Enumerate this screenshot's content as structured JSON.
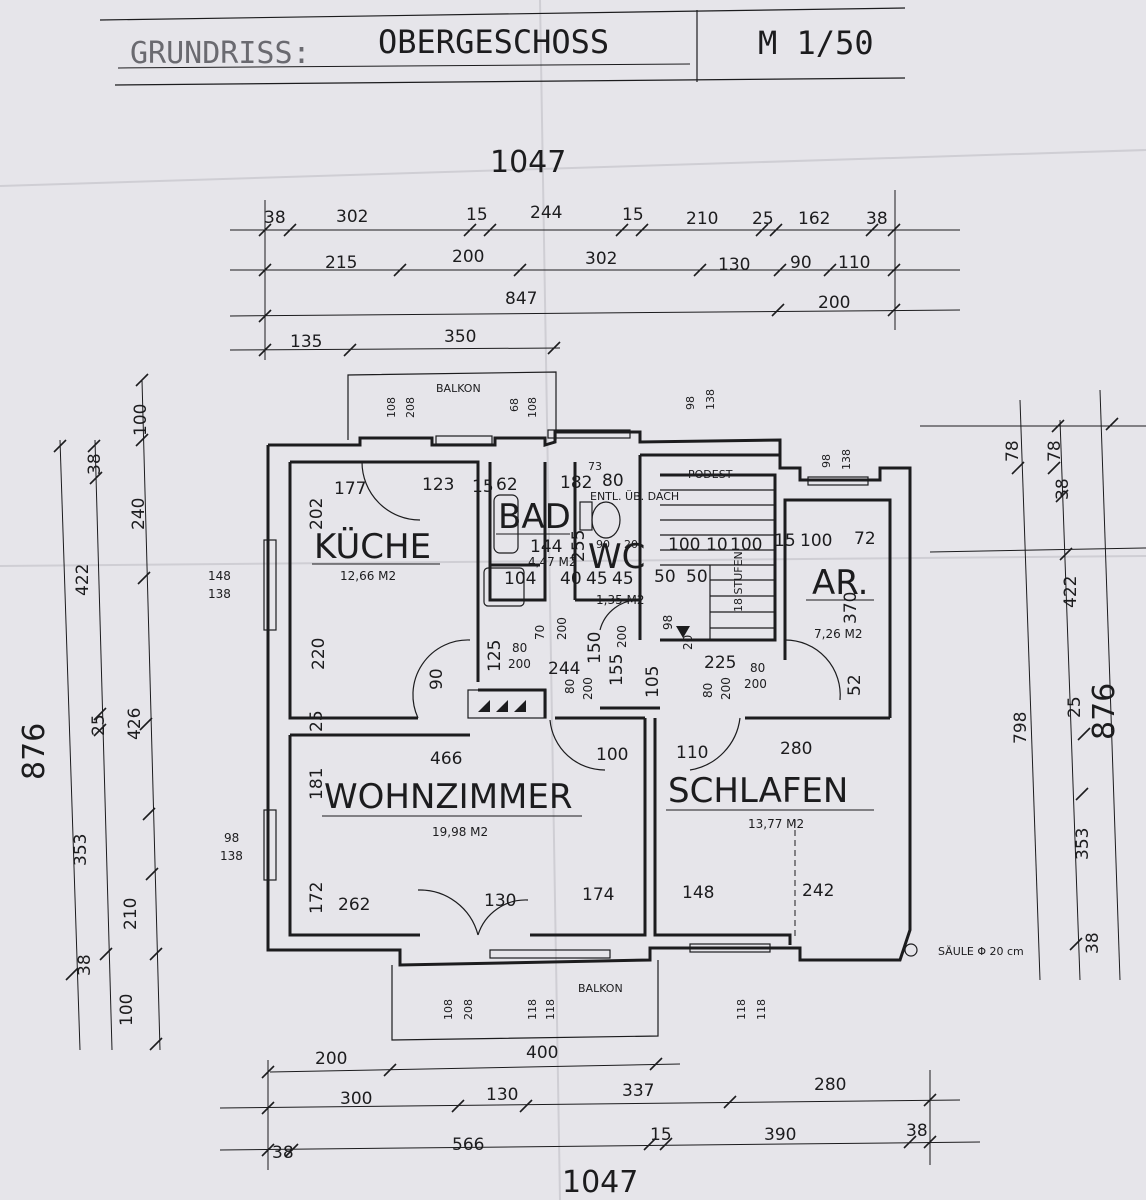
{
  "title": {
    "label": "GRUNDRISS:",
    "floor": "OBERGESCHOSS",
    "scale": "M 1/50"
  },
  "overall": {
    "top": "1047",
    "bottom": "1047",
    "left": "876",
    "right": "876"
  },
  "top_dims": {
    "row1": [
      "38",
      "302",
      "15",
      "244",
      "15",
      "210",
      "25",
      "162",
      "38"
    ],
    "row2": [
      "215",
      "200",
      "302",
      "130",
      "90",
      "110"
    ],
    "row3": [
      "847",
      "200"
    ],
    "row4": [
      "135",
      "350"
    ]
  },
  "bottom_dims": {
    "row1": [
      "200",
      "400"
    ],
    "row2": [
      "300",
      "130",
      "337",
      "280"
    ],
    "row3": [
      "38",
      "566",
      "15",
      "390",
      "38"
    ]
  },
  "left_dims": {
    "outer": [
      "100",
      "240",
      "422",
      "426",
      "353",
      "210",
      "100"
    ],
    "inner": [
      "38",
      "25",
      "38"
    ]
  },
  "right_dims": {
    "outer": [
      "78",
      "422",
      "798",
      "353"
    ],
    "inner": [
      "78",
      "38",
      "25",
      "38"
    ]
  },
  "rooms": {
    "kueche": {
      "name": "KÜCHE",
      "area": "12,66 M2"
    },
    "bad": {
      "name": "BAD",
      "area": "4,47 M2"
    },
    "wc": {
      "name": "WC",
      "area": "1,35 M2"
    },
    "ar": {
      "name": "AR.",
      "area": "7,26 M2"
    },
    "wohnzimmer": {
      "name": "WOHNZIMMER",
      "area": "19,98 M2"
    },
    "schlafen": {
      "name": "SCHLAFEN",
      "area": "13,77 M2"
    }
  },
  "labels": {
    "balkon_top": "BALKON",
    "balkon_bottom": "BALKON",
    "podest": "PODEST",
    "entl": "ENTL. ÜB. DACH",
    "stufen": "18 STUFEN",
    "saeule": "SÄULE Φ 20 cm"
  },
  "inner_dims": {
    "kueche": [
      "177",
      "123",
      "202",
      "220",
      "148",
      "138",
      "90"
    ],
    "bad": [
      "15",
      "62",
      "182",
      "73",
      "80",
      "144",
      "104",
      "255",
      "40",
      "45",
      "45",
      "90",
      "20"
    ],
    "stair": [
      "100",
      "10",
      "100",
      "15",
      "50",
      "50",
      "98",
      "138"
    ],
    "ar": [
      "100",
      "72",
      "370",
      "98",
      "138",
      "52"
    ],
    "flur": [
      "125",
      "80",
      "200",
      "70",
      "200",
      "244",
      "150",
      "155",
      "200",
      "80",
      "200",
      "105",
      "225",
      "80",
      "200",
      "80",
      "200",
      "20",
      "98",
      "100",
      "110"
    ],
    "wohn": [
      "466",
      "181",
      "262",
      "130",
      "174",
      "172",
      "98",
      "138",
      "25"
    ],
    "schlaf": [
      "280",
      "148",
      "242"
    ],
    "balkon_top": [
      "108",
      "208",
      "68",
      "108",
      "98",
      "138"
    ],
    "balkon_bottom": [
      "108",
      "208",
      "118",
      "118",
      "118",
      "118"
    ]
  }
}
